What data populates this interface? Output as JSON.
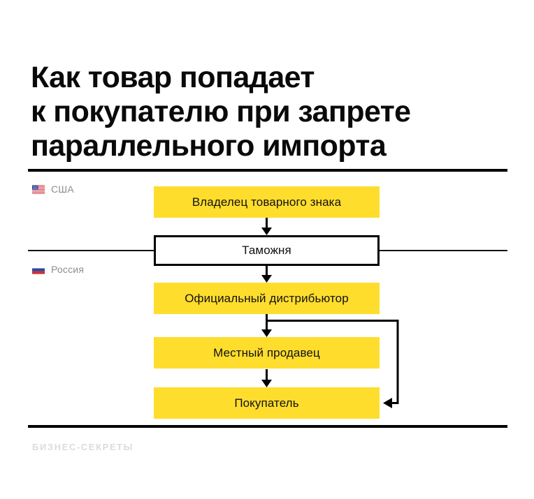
{
  "title": "Как товар попадает\nк покупателю при запрете\nпараллельного импорта",
  "legend": {
    "usa": {
      "label": "США",
      "flag_icon": "flag-usa-icon"
    },
    "russia": {
      "label": "Россия",
      "flag_icon": "flag-russia-icon"
    }
  },
  "flow": {
    "nodes": [
      {
        "id": "owner",
        "label": "Владелец товарного знака",
        "style": "yellow"
      },
      {
        "id": "customs",
        "label": "Таможня",
        "style": "white-outlined"
      },
      {
        "id": "distributor",
        "label": "Официальный дистрибьютор",
        "style": "yellow"
      },
      {
        "id": "seller",
        "label": "Местный продавец",
        "style": "yellow"
      },
      {
        "id": "buyer",
        "label": "Покупатель",
        "style": "yellow"
      }
    ],
    "connections": [
      {
        "from": "owner",
        "to": "customs",
        "type": "arrow-down"
      },
      {
        "from": "customs",
        "to": "distributor",
        "type": "arrow-down"
      },
      {
        "from": "distributor",
        "to": "seller",
        "type": "arrow-down"
      },
      {
        "from": "seller",
        "to": "buyer",
        "type": "arrow-down"
      },
      {
        "from": "distributor",
        "to": "buyer",
        "type": "bypass-right-elbow"
      }
    ]
  },
  "footer": {
    "brand": "БИЗНЕС-СЕКРЕТЫ"
  },
  "colors": {
    "accent_yellow": "#ffdd2d",
    "text_dark": "#111111",
    "legend_gray": "#8e8e8e",
    "footer_gray": "#dcdcdc",
    "line_black": "#000000",
    "background": "#ffffff"
  }
}
